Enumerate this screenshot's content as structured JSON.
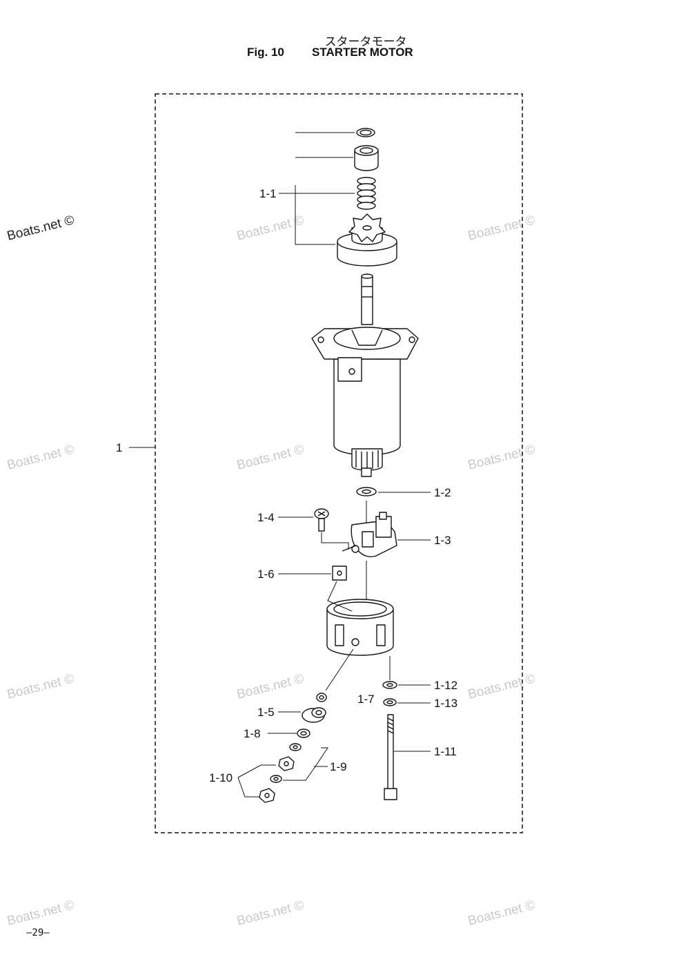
{
  "header": {
    "title_japanese": "スタータモータ",
    "figure_number": "Fig. 10",
    "title_english": "STARTER MOTOR"
  },
  "callouts": [
    {
      "id": "c1",
      "text": "1"
    },
    {
      "id": "c1-1",
      "text": "1-1"
    },
    {
      "id": "c1-2",
      "text": "1-2"
    },
    {
      "id": "c1-3",
      "text": "1-3"
    },
    {
      "id": "c1-4",
      "text": "1-4"
    },
    {
      "id": "c1-5",
      "text": "1-5"
    },
    {
      "id": "c1-6",
      "text": "1-6"
    },
    {
      "id": "c1-7",
      "text": "1-7"
    },
    {
      "id": "c1-8",
      "text": "1-8"
    },
    {
      "id": "c1-9",
      "text": "1-9"
    },
    {
      "id": "c1-10",
      "text": "1-10"
    },
    {
      "id": "c1-11",
      "text": "1-11"
    },
    {
      "id": "c1-12",
      "text": "1-12"
    },
    {
      "id": "c1-13",
      "text": "1-13"
    }
  ],
  "watermark": "Boats.net ©",
  "footer": {
    "page_number": "—29—"
  }
}
